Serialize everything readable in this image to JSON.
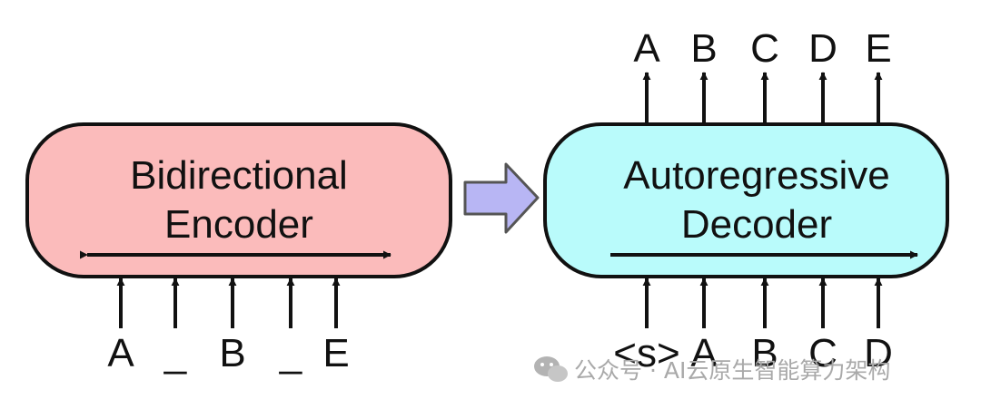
{
  "encoder": {
    "title_line1": "Bidirectional",
    "title_line2": "Encoder",
    "fill": "#fbbbbb",
    "inputs": [
      "A",
      "_",
      "B",
      "_",
      "E"
    ]
  },
  "decoder": {
    "title_line1": "Autoregressive",
    "title_line2": "Decoder",
    "fill": "#b9fbfb",
    "inputs": [
      "<s>",
      "A",
      "B",
      "C",
      "D"
    ],
    "outputs": [
      "A",
      "B",
      "C",
      "D",
      "E"
    ]
  },
  "connector": {
    "fill": "#b8b6f4"
  },
  "watermark": {
    "text": "公众号 · AI云原生智能算力架构",
    "icon": "wechat-icon"
  }
}
